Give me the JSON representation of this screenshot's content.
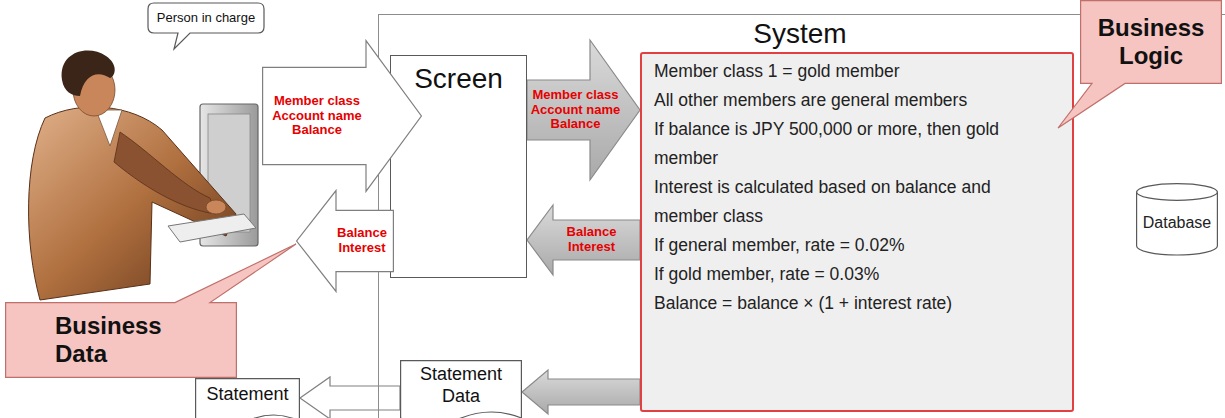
{
  "diagram": {
    "nodes": [
      {
        "text": [
          "Person in charge"
        ]
      },
      {
        "text": [
          "System"
        ]
      },
      {
        "text": [
          "Screen"
        ],
        "in": 1
      },
      {
        "text": [
          "Member class 1 = gold member",
          "All other members are general members",
          "If balance is JPY 500,000 or more, then gold member",
          "Interest is calculated based on balance and member class",
          "If general member, rate = 0.02%",
          "If gold member, rate = 0.03%",
          "Balance = balance × (1 + interest rate)"
        ],
        "in": 1
      },
      {
        "text": [
          "Database"
        ],
        "in": 1
      },
      {
        "text": [
          "Statement Data"
        ],
        "in": 1
      },
      {
        "text": [
          "Statement"
        ]
      },
      {
        "text": [
          "Member class Account name Balance"
        ]
      },
      {
        "text": [
          "Balance Interest"
        ]
      },
      {
        "text": [
          "Business Logic"
        ]
      },
      {
        "text": [
          "Business Data"
        ]
      }
    ],
    "edges": [
      {
        "from": 2,
        "to": 3,
        "label": "Member class Account name Balance",
        "arrow": "to"
      },
      {
        "from": 3,
        "to": 2,
        "label": "Balance Interest",
        "arrow": "to"
      },
      {
        "from": 3,
        "to": 5,
        "arrow": "to"
      },
      {
        "from": 5,
        "to": 6,
        "arrow": "to"
      }
    ]
  }
}
